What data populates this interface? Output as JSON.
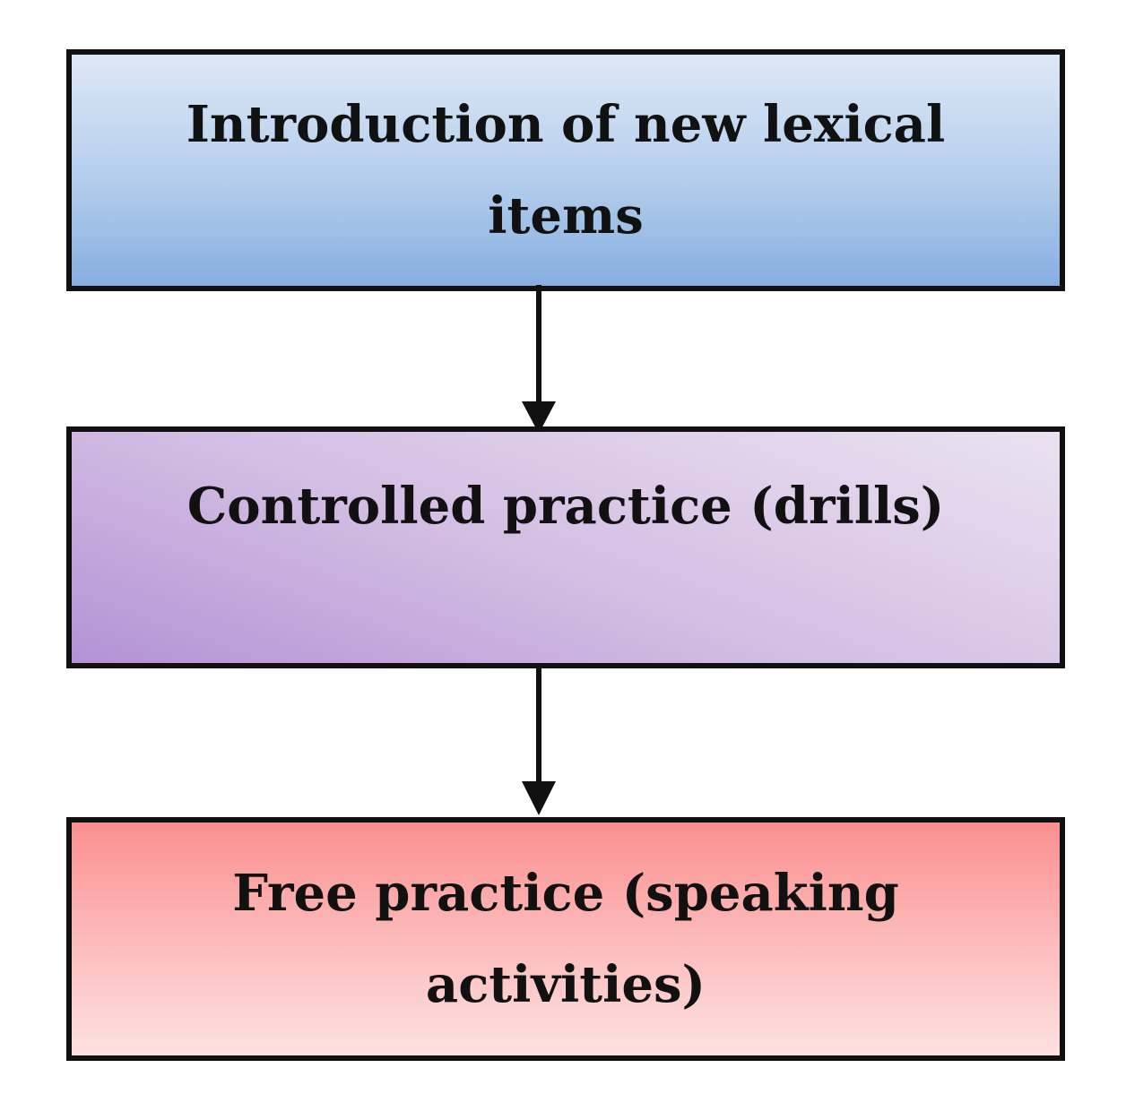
{
  "diagram": {
    "type": "flowchart",
    "direction": "top-to-bottom",
    "steps": [
      {
        "label": "Introduction of new lexical items",
        "color": "#b3cdec"
      },
      {
        "label": "Controlled practice (drills)",
        "color": "#d3bde3"
      },
      {
        "label": "Free practice (speaking activities)",
        "color": "#fcb6b6"
      }
    ],
    "edges": [
      {
        "from": 0,
        "to": 1
      },
      {
        "from": 1,
        "to": 2
      }
    ]
  }
}
